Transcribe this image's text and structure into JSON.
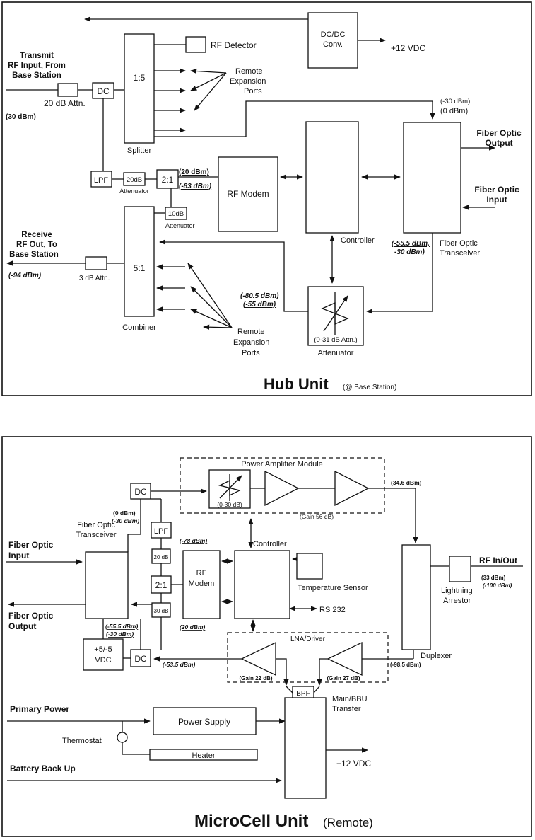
{
  "hub": {
    "dcdc_line1": "DC/DC",
    "dcdc_line2": "Conv.",
    "vdc": "+12 VDC",
    "rf_detector": "RF Detector",
    "tx_line1": "Transmit",
    "tx_line2": "RF Input, From",
    "tx_line3": "Base Station",
    "attn20": "20 dB Attn.",
    "p30": "(30 dBm)",
    "dc": "DC",
    "ratio15": "1:5",
    "remote_exp_tx_1": "Remote",
    "remote_exp_tx_2": "Expansion",
    "remote_exp_tx_3": "Ports",
    "splitter": "Splitter",
    "m30": "(-30 dBm)",
    "z0": "(0 dBm)",
    "fiber_out_1": "Fiber Optic",
    "fiber_out_2": "Output",
    "fiber_in_1": "Fiber Optic",
    "fiber_in_2": "Input",
    "lpf": "LPF",
    "a20db": "20dB",
    "attenuator": "Attenuator",
    "ratio21": "2:1",
    "p20": "(20 dBm)",
    "m83": "(-83 dBm)",
    "rf_modem": "RF Modem",
    "a10db": "10dB",
    "attenuator2": "Attenuator",
    "controller": "Controller",
    "rx_line1": "Receive",
    "rx_line2": "RF Out, To",
    "rx_line3": "Base Station",
    "m94": "(-94 dBm)",
    "attn3": "3 dB Attn.",
    "ratio51": "5:1",
    "m555": "(-55.5 dBm,",
    "m30b": "-30 dBm)",
    "fot_1": "Fiber Optic",
    "fot_2": "Transceiver",
    "m805": "(-80.5 dBm)",
    "m55": "(-55 dBm)",
    "combiner": "Combiner",
    "attn031": "(0-31 dB Attn.)",
    "attenuator3": "Attenuator",
    "remote_exp_rx_1": "Remote",
    "remote_exp_rx_2": "Expansion",
    "remote_exp_rx_3": "Ports",
    "title": "Hub Unit",
    "subtitle": "(@ Base Station)"
  },
  "micro": {
    "pam": "Power Amplifier Module",
    "dc1": "DC",
    "a030": "(0-30 dB)",
    "gain56": "(Gain 56 dB)",
    "p346": "(34.6 dBm)",
    "z0": "(0 dBm)",
    "m30": "(-30 dBm)",
    "fot_1": "Fiber Optic",
    "fot_2": "Transceiver",
    "lpf": "LPF",
    "m78": "(-78 dBm)",
    "controller": "Controller",
    "fiber_in_1": "Fiber Optic",
    "fiber_in_2": "Input",
    "a20db": "20 dB",
    "rf_1": "RF",
    "rf_2": "Modem",
    "ratio21": "2:1",
    "temp": "Temperature Sensor",
    "rfio": "RF In/Out",
    "p33": "(33 dBm)",
    "m100": "(-100 dBm)",
    "lightning_1": "Lightning",
    "lightning_2": "Arrestor",
    "a30db": "30 dB",
    "rs232": "RS 232",
    "fiber_out_1": "Fiber Optic",
    "fiber_out_2": "Output",
    "m555": "(-55.5 dBm)",
    "m30b": "(-30 dBm)",
    "m20": "(20 dBm)",
    "lna": "LNA/Driver",
    "psu_1": "+5/-5",
    "psu_2": "VDC",
    "dc2": "DC",
    "m535": "(-53.5 dBm)",
    "gain22": "(Gain 22 dB)",
    "gain27": "(Gain 27 dB)",
    "m985": "(-98.5 dBm)",
    "duplexer": "Duplexer",
    "bpf": "BPF",
    "primary": "Primary Power",
    "power_supply": "Power Supply",
    "main_bbu_1": "Main/BBU",
    "main_bbu_2": "Transfer",
    "thermostat": "Thermostat",
    "heater": "Heater",
    "vdc": "+12 VDC",
    "battery": "Battery Back Up",
    "title": "MicroCell Unit",
    "subtitle": "(Remote)"
  }
}
